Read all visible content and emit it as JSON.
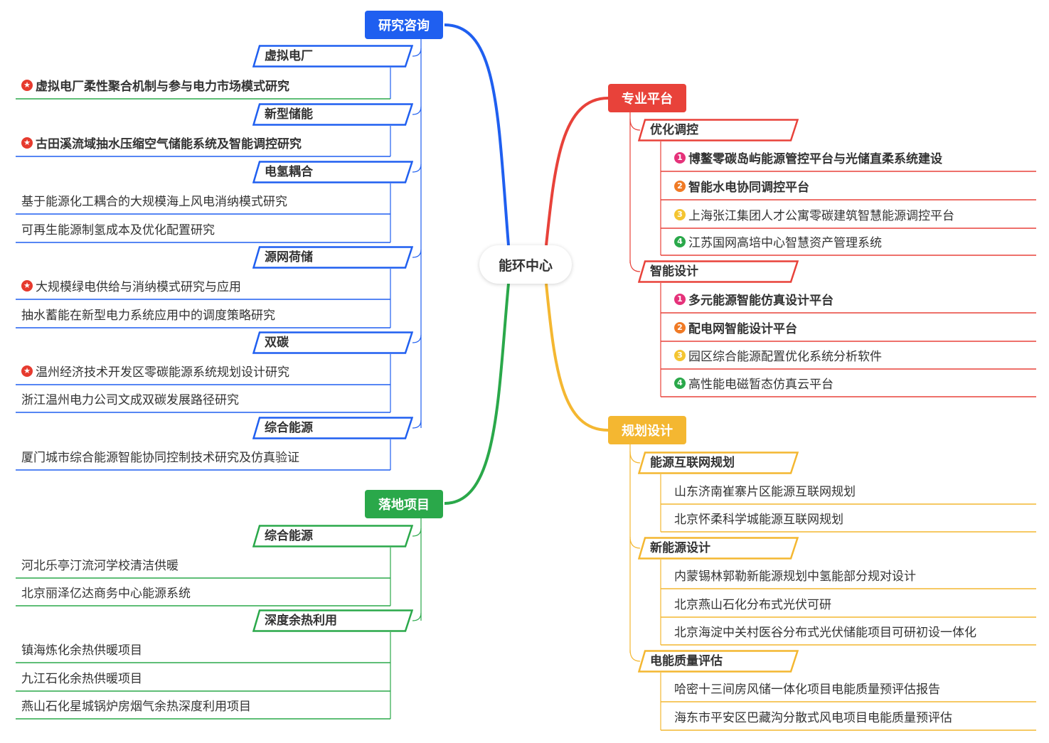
{
  "center": "能环中心",
  "colors": {
    "blue": "#1f5ff0",
    "red": "#e8423a",
    "yellow": "#f4b731",
    "green": "#2aa84a",
    "badge1": "#e5327a",
    "badge2": "#f07a25",
    "badge3": "#f4c531",
    "badge4": "#2aa84a"
  },
  "left": {
    "research": {
      "title": "研究咨询",
      "groups": [
        {
          "label": "虚拟电厂",
          "items": [
            {
              "text": "虚拟电厂柔性聚合机制与参与电力市场模式研究",
              "icon": "star-icon",
              "bold": true
            }
          ]
        },
        {
          "label": "新型储能",
          "items": [
            {
              "text": "古田溪流域抽水压缩空气储能系统及智能调控研究",
              "icon": "star-icon",
              "bold": true
            }
          ]
        },
        {
          "label": "电氢耦合",
          "items": [
            {
              "text": "基于能源化工耦合的大规模海上风电消纳模式研究"
            },
            {
              "text": "可再生能源制氢成本及优化配置研究"
            }
          ]
        },
        {
          "label": "源网荷储",
          "items": [
            {
              "text": "大规模绿电供给与消纳模式研究与应用",
              "icon": "star-icon"
            },
            {
              "text": "抽水蓄能在新型电力系统应用中的调度策略研究"
            }
          ]
        },
        {
          "label": "双碳",
          "items": [
            {
              "text": "温州经济技术开发区零碳能源系统规划设计研究",
              "icon": "star-icon"
            },
            {
              "text": "浙江温州电力公司文成双碳发展路径研究"
            }
          ]
        },
        {
          "label": "综合能源",
          "items": [
            {
              "text": "厦门城市综合能源智能协同控制技术研究及仿真验证"
            }
          ]
        }
      ]
    },
    "projects": {
      "title": "落地项目",
      "groups": [
        {
          "label": "综合能源",
          "items": [
            {
              "text": "河北乐亭汀流河学校清洁供暖"
            },
            {
              "text": "北京丽泽亿达商务中心能源系统"
            }
          ]
        },
        {
          "label": "深度余热利用",
          "items": [
            {
              "text": "镇海炼化余热供暖项目"
            },
            {
              "text": "九江石化余热供暖项目"
            },
            {
              "text": "燕山石化星城锅炉房烟气余热深度利用项目"
            }
          ]
        }
      ]
    }
  },
  "right": {
    "platform": {
      "title": "专业平台",
      "groups": [
        {
          "label": "优化调控",
          "items": [
            {
              "text": "博鳌零碳岛屿能源管控平台与光储直柔系统建设",
              "badge": "1",
              "bold": true
            },
            {
              "text": "智能水电协同调控平台",
              "badge": "2",
              "bold": true
            },
            {
              "text": "上海张江集团人才公寓零碳建筑智慧能源调控平台",
              "badge": "3"
            },
            {
              "text": "江苏国网高培中心智慧资产管理系统",
              "badge": "4"
            }
          ]
        },
        {
          "label": "智能设计",
          "items": [
            {
              "text": "多元能源智能仿真设计平台",
              "badge": "1",
              "bold": true
            },
            {
              "text": "配电网智能设计平台",
              "badge": "2",
              "bold": true
            },
            {
              "text": "园区综合能源配置优化系统分析软件",
              "badge": "3"
            },
            {
              "text": "高性能电磁暂态仿真云平台",
              "badge": "4"
            }
          ]
        }
      ]
    },
    "planning": {
      "title": "规划设计",
      "groups": [
        {
          "label": "能源互联网规划",
          "items": [
            {
              "text": "山东济南崔寨片区能源互联网规划"
            },
            {
              "text": "北京怀柔科学城能源互联网规划"
            }
          ]
        },
        {
          "label": "新能源设计",
          "items": [
            {
              "text": "内蒙锡林郭勒新能源规划中氢能部分规对设计"
            },
            {
              "text": "北京燕山石化分布式光伏可研"
            },
            {
              "text": "北京海淀中关村医谷分布式光伏储能项目可研初设一体化"
            }
          ]
        },
        {
          "label": "电能质量评估",
          "items": [
            {
              "text": "哈密十三间房风储一体化项目电能质量预评估报告"
            },
            {
              "text": "海东市平安区巴藏沟分散式风电项目电能质量预评估"
            }
          ]
        }
      ]
    }
  }
}
